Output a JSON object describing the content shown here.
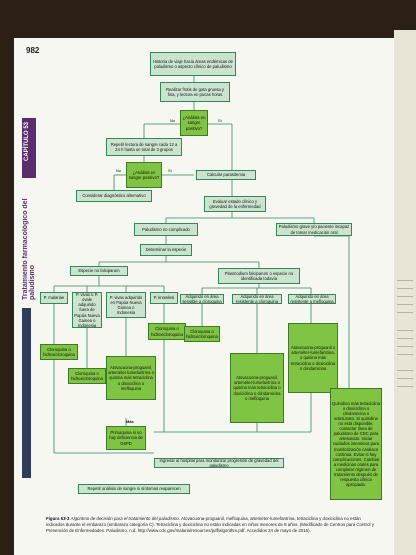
{
  "page_number": "982",
  "chapter": {
    "tab": "CAPÍTULO 53",
    "title": "Tratamiento farmacológico del paludismo"
  },
  "nodes": {
    "start": "Historia de viaje hacia áreas endémicas de paludismo o aspecto clínico de paludismo",
    "smear": "Realizar frotis de gota gruesa y fina, y lectura en pocas horas",
    "d1": "¿Análisis en sangre positivo?",
    "repeat": "Repetir lectura de sangre cada 12 a 24 h hasta un total de 3 grupos",
    "d2": "¿Análisis en sangre positivo?",
    "alt": "Considerar diagnóstico alternativo",
    "para": "Calcular parasitemia",
    "eval": "Evaluar estado clínico y gravedad de la enfermedad",
    "uncomp": "Paludismo no complicado",
    "severe": "Paludismo grave y/o paciente incapaz de tomar medicación oral",
    "species": "Determinar la especie",
    "nf": "Especie no falciparum",
    "pf": "Plasmodium falciparum o especie no identificada todavía",
    "pmal": "P. malariae",
    "pviv": "P. vivax u P. ovale adquirido fuera de Papúa Nueva Guinea o Indonesia",
    "pvivpng": "P. vivax adquirido en Papúa Nueva Guinea o Indonesia",
    "pkno": "P. knowlesi",
    "cq_sens": "Adquirido en área sensible a cloroquina",
    "cq_res": "Adquirido en área resistente a cloroquina",
    "mef_res": "Adquirido en área resistente a mefloquina",
    "t_cq1": "Cloroquina o hidroxicloroquina",
    "t_cq2": "Cloroquina o hidroxicloroquina",
    "t_cq3": "Cloroquina o hidroxicloroquina",
    "t_ato1": "Atovacuona-proguanil, arteméter-lumefantrina o quinina más tetraciclina o doxiciclina o mefloquina",
    "t_cq4": "Cloroquina o hidroxicloroquina",
    "t_ato2": "Atovacuona-proguanil, arteméter-lumefantrina o quinina más tetraciclina o doxiciclina o clindamicina o mefloquina",
    "t_ato3": "Atovacuona-proguanil o arteméter-lumefantrina, o quinina más tetraciclina o doxiciclina o clindamicina",
    "t_prim": "Primaquina si no hay deficiencia de G6PD",
    "t_severe": "Quinidina más tetraciclina o doxiciclina o clindamicina o artesunato. Si quinidina no está disponible, contactar línea de paludismo de CDC para artesunato. Iniciar cuidados intensivos para monitorización cardiaca continua. Evitar si hay complicaciones. Cambiar a medicinas orales para completar régimen de tratamiento después de respuesta clínica apropiada.",
    "t_monitor": "Ingresar al hospital para monitorizar progresión de gravedad del paludismo",
    "t_repeat": "Repetir análisis de sangre si síntomas reaparecen"
  },
  "labels": {
    "no": "No",
    "yes": "Sí",
    "mas": "Más"
  },
  "caption": {
    "figure": "Figura 53-3",
    "title": "Algoritmo de decisión para el tratamiento del paludismo.",
    "text": "Atovacuona-proguanil, mefloquina, arteméter-lumefantrina, tetraciclina y doxiciclina no están indicados durante el embarazo (embarazo categoría C). Tetraciclina y doxiciclina no están indicadas en niños menores de 8 años. (Modificado de Centros para Control y Prevención de Enfermedades. Paludismo. n.d. http://www.cdc.gov/malaria/resources/pdf/algorithm.pdf. Accedidos 24 de mayo de 2016)."
  }
}
